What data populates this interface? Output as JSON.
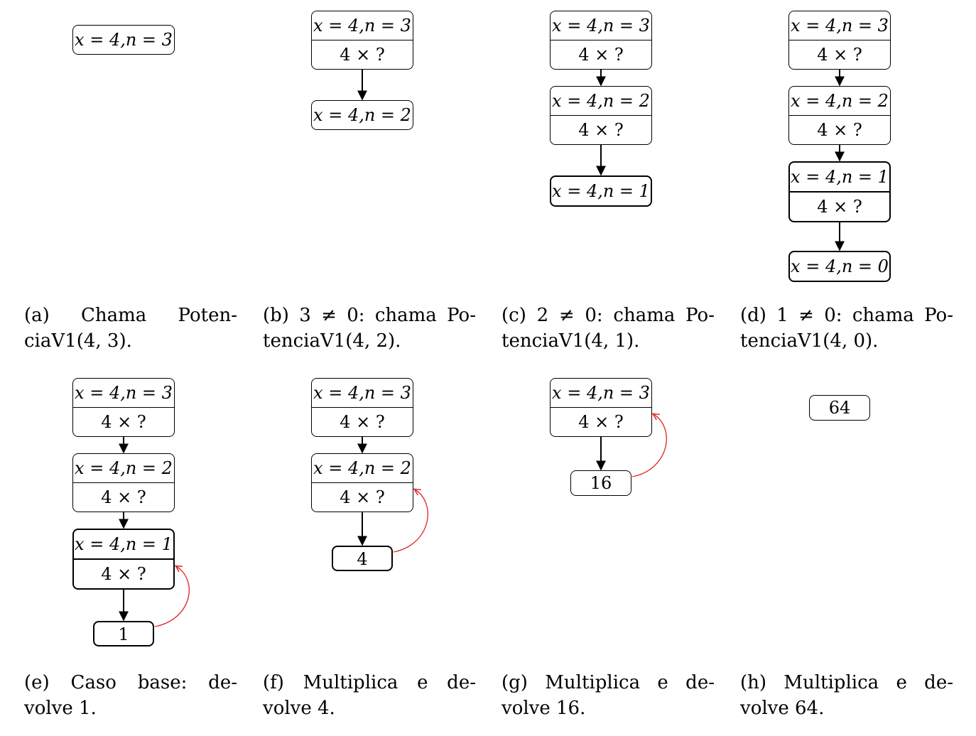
{
  "frames": {
    "n3": {
      "top": "x = 4,n = 3",
      "bottom": "4 × ?"
    },
    "n2": {
      "top": "x = 4,n = 2",
      "bottom": "4 × ?"
    },
    "n1": {
      "top": "x = 4,n = 1",
      "bottom": "4 × ?"
    },
    "n0": {
      "top": "x = 4,n = 0"
    }
  },
  "values": {
    "v1": "1",
    "v4": "4",
    "v16": "16",
    "v64": "64"
  },
  "captions": {
    "a": {
      "l1": "(a) Chama Poten-",
      "l2": "ciaV1(4, 3)."
    },
    "b": {
      "l1": "(b) 3 ≠ 0: chama Po-",
      "l2": "tenciaV1(4, 2)."
    },
    "c": {
      "l1": "(c) 2 ≠ 0: chama Po-",
      "l2": "tenciaV1(4, 1)."
    },
    "d": {
      "l1": "(d) 1 ≠ 0: chama Po-",
      "l2": "tenciaV1(4, 0)."
    },
    "e": {
      "l1": "(e) Caso base: de-",
      "l2": "volve 1."
    },
    "f": {
      "l1": "(f) Multiplica e de-",
      "l2": "volve 4."
    },
    "g": {
      "l1": "(g) Multiplica e de-",
      "l2": "volve 16."
    },
    "h": {
      "l1": "(h) Multiplica e de-",
      "l2": "volve 64."
    }
  },
  "colors": {
    "return_arrow": "#e03030",
    "call_arrow": "#000000"
  }
}
